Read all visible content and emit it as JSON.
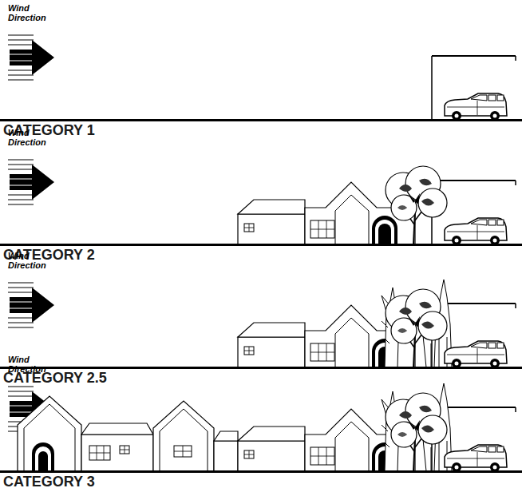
{
  "diagram": {
    "labels": [
      "Wind Direction",
      "CATEGORY 1",
      "Wind Direction",
      "CATEGORY 2",
      "Wind Direction",
      "CATEGORY 2.5",
      "Wind Direction",
      "CATEGORY 3"
    ]
  }
}
